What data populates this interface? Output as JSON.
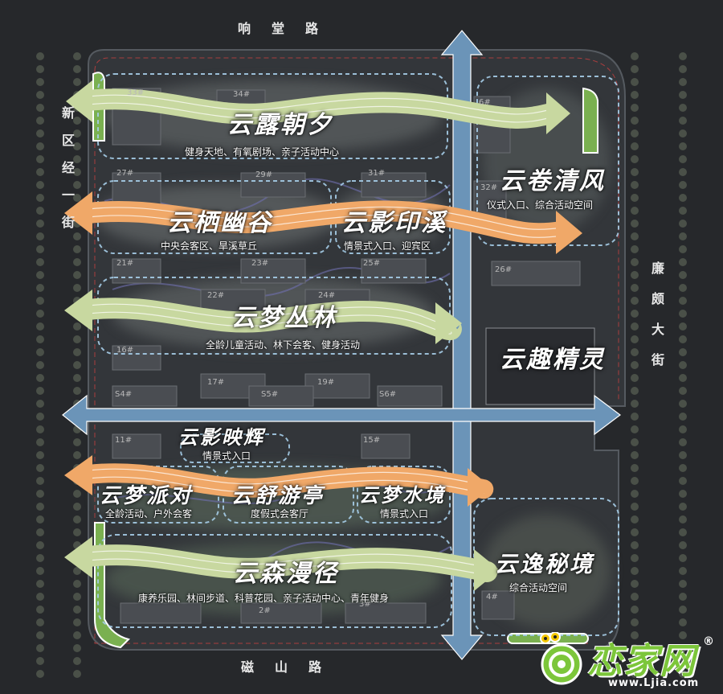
{
  "roads": {
    "north": "响堂路",
    "south": "磁山路",
    "west": "新区经一街",
    "east": "廉颇大街"
  },
  "zones": [
    {
      "id": "yunlu",
      "title": "云露朝夕",
      "subtitle": "健身天地、有氧剧场、亲子活动中心"
    },
    {
      "id": "yunjuan",
      "title": "云卷清风",
      "subtitle": "仪式入口、综合活动空间"
    },
    {
      "id": "yunqi",
      "title": "云栖幽谷",
      "subtitle": "中央会客区、旱溪草丘"
    },
    {
      "id": "yunying",
      "title": "云影印溪",
      "subtitle": "情景式入口、迎宾区"
    },
    {
      "id": "yunmeng",
      "title": "云梦丛林",
      "subtitle": "全龄儿童活动、林下会客、健身活动"
    },
    {
      "id": "yunqu",
      "title": "云趣精灵",
      "subtitle": ""
    },
    {
      "id": "yunyingying",
      "title": "云影映辉",
      "subtitle": "情景式入口"
    },
    {
      "id": "yunpai",
      "title": "云梦派对",
      "subtitle": "全龄活动、户外会客"
    },
    {
      "id": "yunshu",
      "title": "云舒游亭",
      "subtitle": "度假式会客厅"
    },
    {
      "id": "yunshui",
      "title": "云梦水境",
      "subtitle": "情景式入口"
    },
    {
      "id": "yunsen",
      "title": "云森漫径",
      "subtitle": "康养乐园、林间步道、科普花园、亲子活动中心、青年健身"
    },
    {
      "id": "yunyi",
      "title": "云逸秘境",
      "subtitle": "综合活动空间"
    }
  ],
  "buildings": [
    "33#",
    "34#",
    "6#",
    "27#",
    "29#",
    "31#",
    "32#",
    "21#",
    "23#",
    "25#",
    "26#",
    "22#",
    "24#",
    "16#",
    "17#",
    "19#",
    "S4#",
    "S5#",
    "S6#",
    "11#",
    "15#",
    "4#",
    "2#",
    "3#"
  ],
  "logo": {
    "name": "恋家网",
    "registered": "®",
    "url": "www.Ljia.com"
  },
  "colors": {
    "background": "#26282b",
    "axis_blue": "#6b94b8",
    "arrow_green": "#c8d8a0",
    "arrow_orange": "#f0a868",
    "zone_outline": "#9fc8e8",
    "site_boundary": "#c84040",
    "logo_green": "#7cc63a"
  }
}
